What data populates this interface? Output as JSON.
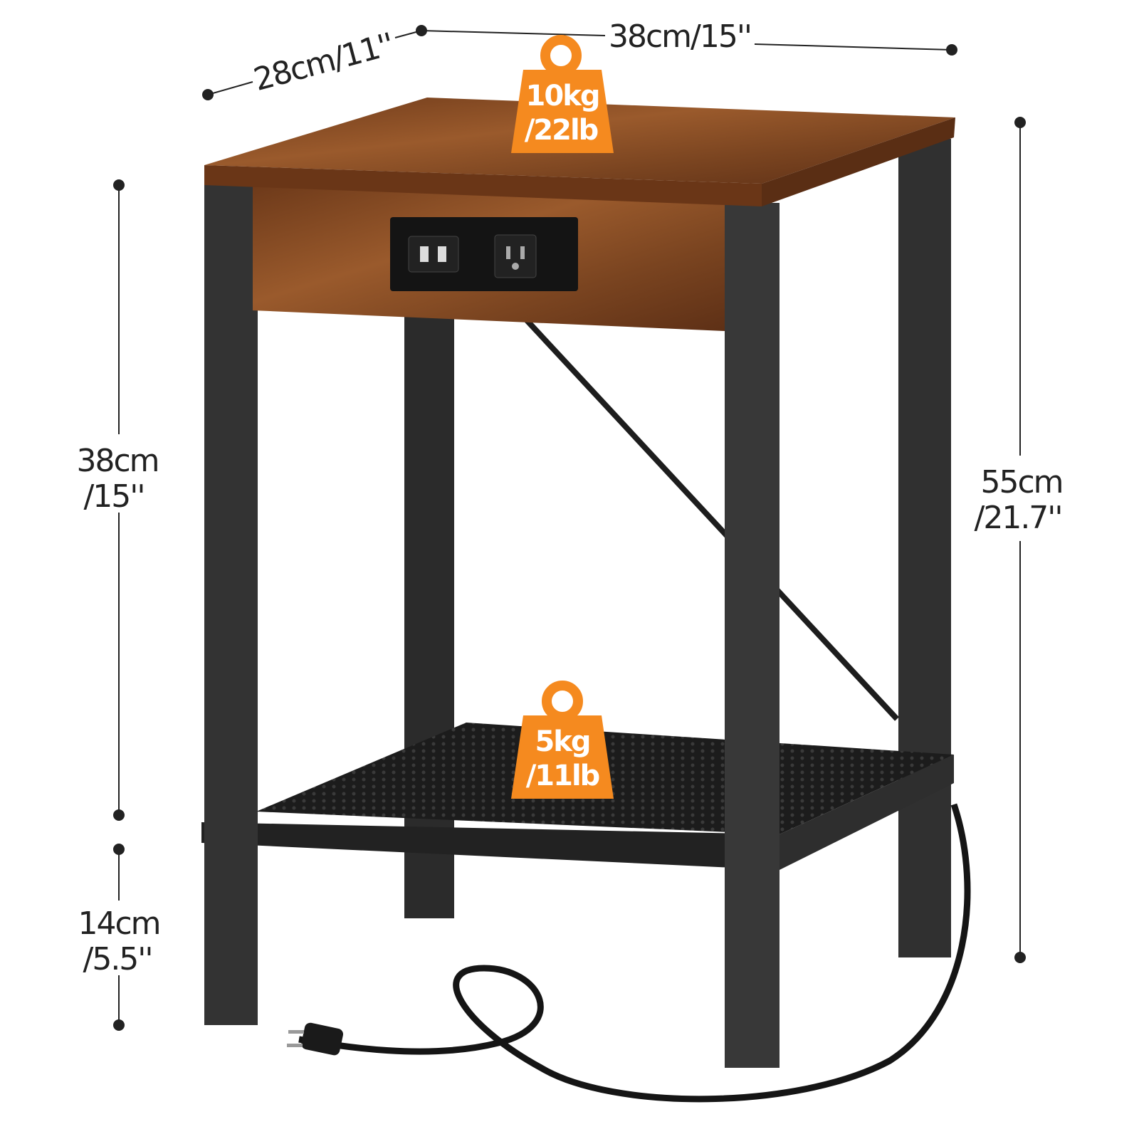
{
  "dimensions": {
    "width": "38cm/15''",
    "depth": "28cm/11''",
    "upper_height": [
      "38cm",
      "/15''"
    ],
    "total_height": [
      "55cm",
      "/21.7''"
    ],
    "lower_height": [
      "14cm",
      "/5.5''"
    ]
  },
  "load_capacity": {
    "top": [
      "10kg",
      "/22lb"
    ],
    "shelf": [
      "5kg",
      "/11lb"
    ]
  },
  "colors": {
    "badge": "#f58a1f",
    "wood": "#8a4a22",
    "frame": "#2a2a2a"
  }
}
